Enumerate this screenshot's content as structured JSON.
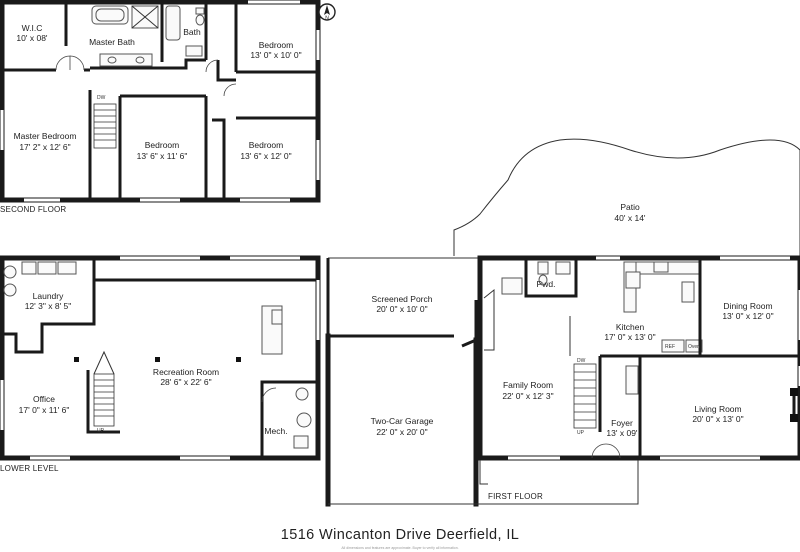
{
  "address": "1516 Wincanton Drive Deerfield, IL",
  "disclaimer": "All dimensions and features are approximate. Buyer to verify all information.",
  "compass": {
    "label": "N"
  },
  "floors": {
    "second": "SECOND FLOOR",
    "lower": "LOWER LEVEL",
    "first": "FIRST FLOOR"
  },
  "rooms": {
    "wic": {
      "name": "W.I.C",
      "dims": "10' x 08'"
    },
    "master_bath": {
      "name": "Master Bath"
    },
    "bath": {
      "name": "Bath"
    },
    "bedroom_ne": {
      "name": "Bedroom",
      "dims": "13' 0\" x 10' 0\""
    },
    "master_bedroom": {
      "name": "Master Bedroom",
      "dims": "17' 2\" x 12' 6\""
    },
    "bedroom_mid": {
      "name": "Bedroom",
      "dims": "13' 6\" x 11' 6\""
    },
    "bedroom_se": {
      "name": "Bedroom",
      "dims": "13' 6\" x 12' 0\""
    },
    "laundry": {
      "name": "Laundry",
      "dims": "12' 3\" x 8' 5\""
    },
    "recreation": {
      "name": "Recreation Room",
      "dims": "28' 6\" x 22' 6\""
    },
    "office": {
      "name": "Office",
      "dims": "17' 0\" x 11' 6\""
    },
    "mech": {
      "name": "Mech."
    },
    "screened_porch": {
      "name": "Screened Porch",
      "dims": "20' 0\" x 10' 0\""
    },
    "garage": {
      "name": "Two-Car Garage",
      "dims": "22' 0\" x 20' 0\""
    },
    "patio": {
      "name": "Patio",
      "dims": "40' x 14'"
    },
    "pwd": {
      "name": "Pwd."
    },
    "kitchen": {
      "name": "Kitchen",
      "dims": "17' 0\" x 13' 0\""
    },
    "dining": {
      "name": "Dining Room",
      "dims": "13' 0\" x 12' 0\""
    },
    "family": {
      "name": "Family Room",
      "dims": "22' 0\" x 12' 3\""
    },
    "foyer": {
      "name": "Foyer",
      "dims": "13' x 09'"
    },
    "living": {
      "name": "Living Room",
      "dims": "20' 0\" x 13' 0\""
    }
  },
  "stair_labels": {
    "down": "DW",
    "up": "UP"
  },
  "fixture_labels": {
    "ref": "REF",
    "oven": "Oven"
  }
}
